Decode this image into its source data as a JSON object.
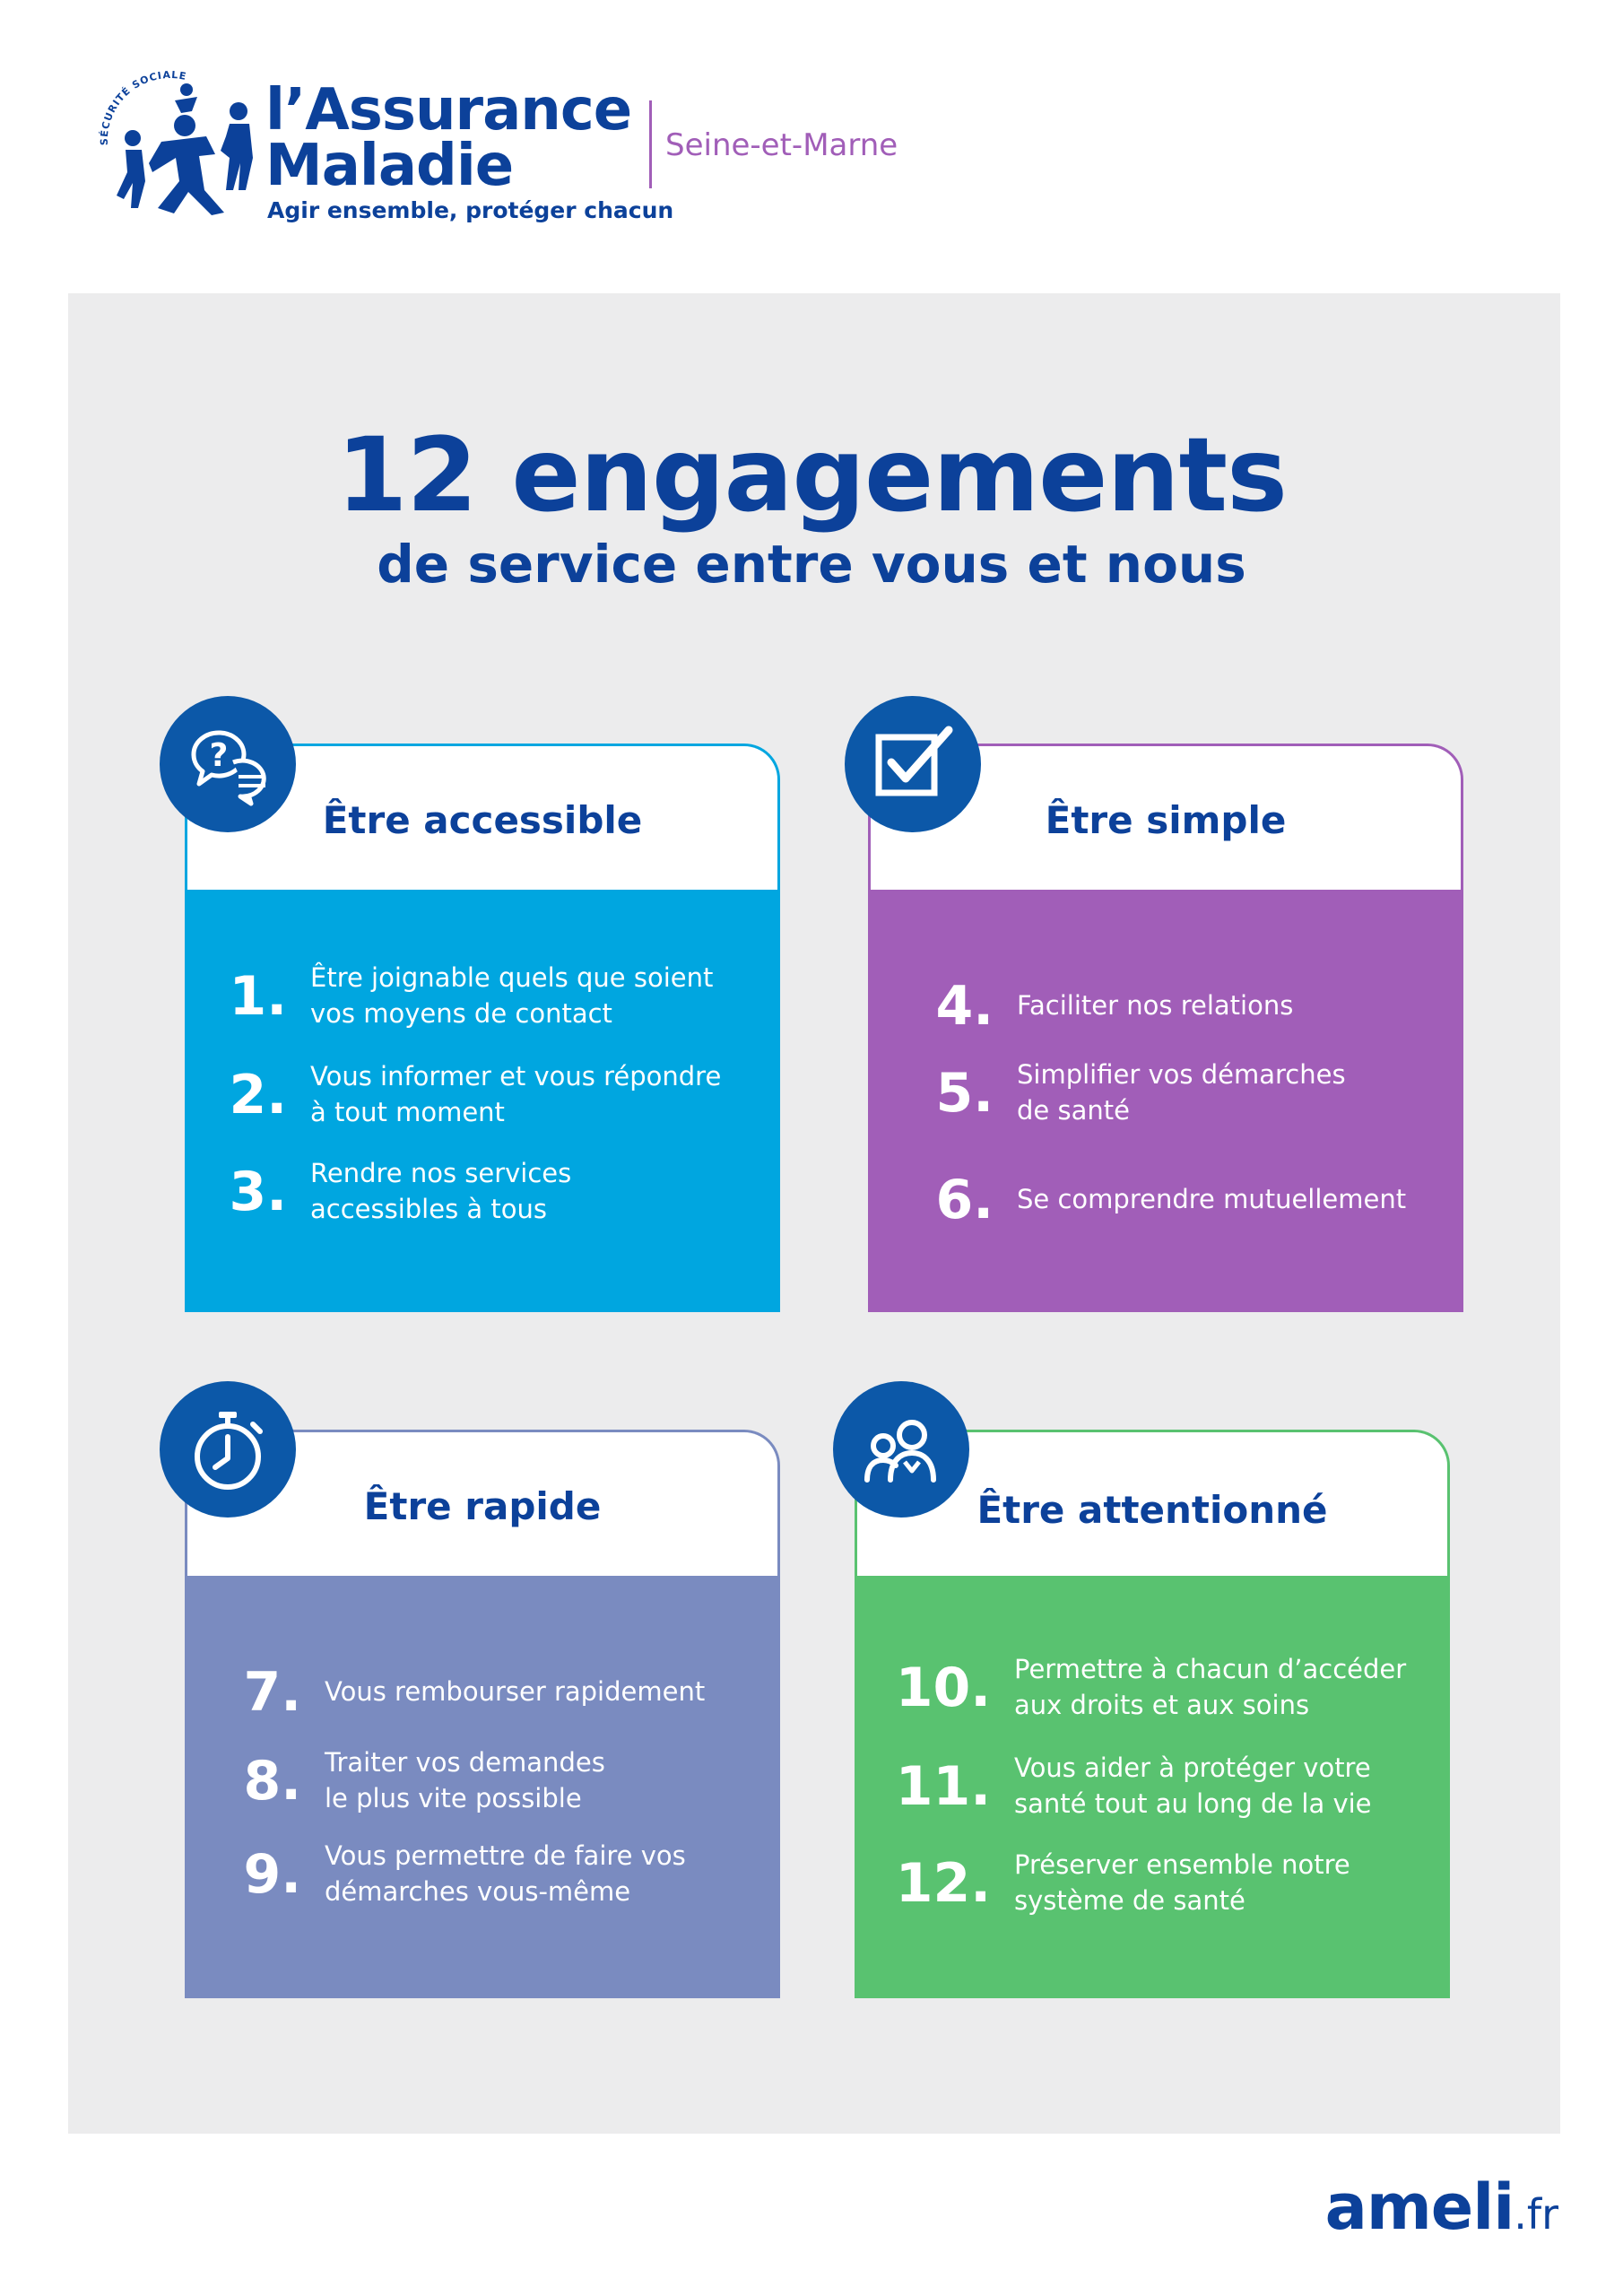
{
  "header": {
    "seal_text": "SÉCURITÉ SOCIALE",
    "brand_line1": "l’Assurance",
    "brand_line2": "Maladie",
    "tagline": "Agir ensemble, protéger chacun",
    "region": "Seine-et-Marne"
  },
  "title": "12 engagements",
  "subtitle": "de service entre vous et nous",
  "colors": {
    "brand_blue": "#0c419a",
    "accessible": "#00a6e0",
    "simple": "#a15eb8",
    "rapide": "#7a8bc0",
    "attentionne": "#59c270",
    "panel": "#ececed",
    "badge": "#0c58a8"
  },
  "cards": [
    {
      "title": "Être accessible",
      "icon": "question-chat-icon",
      "items": [
        {
          "num": "1.",
          "lines": [
            "Être joignable quels que soient",
            "vos moyens de contact"
          ]
        },
        {
          "num": "2.",
          "lines": [
            "Vous informer et vous répondre",
            "à tout moment"
          ]
        },
        {
          "num": "3.",
          "lines": [
            "Rendre nos services",
            "accessibles à tous"
          ]
        }
      ]
    },
    {
      "title": "Être simple",
      "icon": "checkbox-icon",
      "items": [
        {
          "num": "4.",
          "lines": [
            "Faciliter nos relations"
          ]
        },
        {
          "num": "5.",
          "lines": [
            "Simplifier vos démarches",
            "de santé"
          ]
        },
        {
          "num": "6.",
          "lines": [
            "Se comprendre mutuellement"
          ]
        }
      ]
    },
    {
      "title": "Être rapide",
      "icon": "stopwatch-icon",
      "items": [
        {
          "num": "7.",
          "lines": [
            "Vous rembourser rapidement"
          ]
        },
        {
          "num": "8.",
          "lines": [
            "Traiter vos demandes",
            "le plus vite possible"
          ]
        },
        {
          "num": "9.",
          "lines": [
            "Vous permettre de faire vos",
            "démarches vous-même"
          ]
        }
      ]
    },
    {
      "title": "Être attentionné",
      "icon": "people-icon",
      "items": [
        {
          "num": "10.",
          "lines": [
            "Permettre à chacun d’accéder",
            "aux droits et aux soins"
          ]
        },
        {
          "num": "11.",
          "lines": [
            "Vous aider à protéger votre",
            "santé tout au long de la vie"
          ]
        },
        {
          "num": "12.",
          "lines": [
            "Préserver ensemble notre",
            "système de santé"
          ]
        }
      ]
    }
  ],
  "footer": {
    "brand": "ameli",
    "suffix": ".fr"
  }
}
